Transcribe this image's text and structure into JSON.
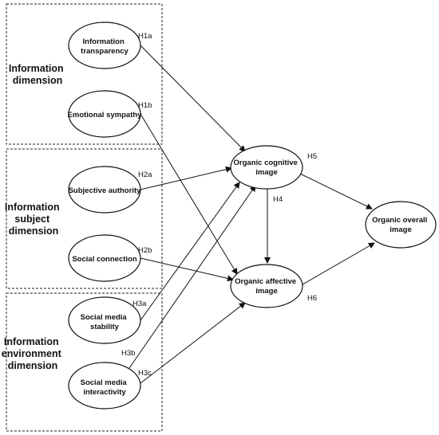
{
  "groups": {
    "information": [
      "Information",
      "dimension"
    ],
    "subject": [
      "Information",
      "subject",
      "dimension"
    ],
    "environment": [
      "Information",
      "environment",
      "dimension"
    ]
  },
  "nodes": {
    "transparency": [
      "Information",
      "transparency"
    ],
    "sympathy": [
      "Emotional sympathy"
    ],
    "authority": [
      "Subjective authority"
    ],
    "connection": [
      "Social connection"
    ],
    "stability": [
      "Social media",
      "stability"
    ],
    "interactivity": [
      "Social media",
      "interactivity"
    ],
    "cognitive": [
      "Organic cognitive",
      "image"
    ],
    "affective": [
      "Organic affective",
      "image"
    ],
    "overall": [
      "Organic overall",
      "image"
    ]
  },
  "hypotheses": {
    "h1a": "H1a",
    "h1b": "H1b",
    "h2a": "H2a",
    "h2b": "H2b",
    "h3a": "H3a",
    "h3b": "H3b",
    "h3c": "H3c",
    "h4": "H4",
    "h5": "H5",
    "h6": "H6"
  }
}
